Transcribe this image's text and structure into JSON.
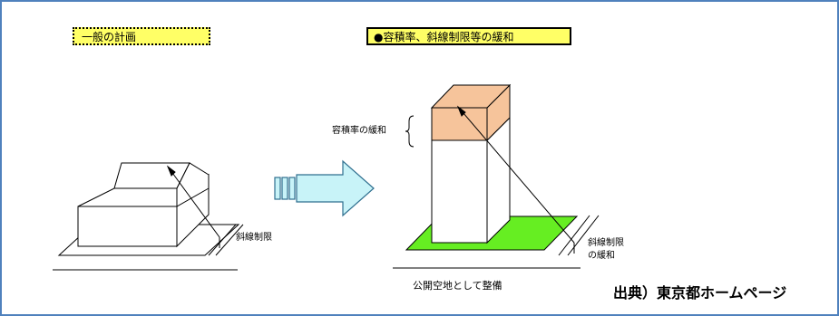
{
  "labels": {
    "general_plan": "一般の計画",
    "relaxation": "●容積率、斜線制限等の緩和",
    "far_relaxation": "容積率の緩和",
    "slant_limit_left": "斜線制限",
    "slant_limit_right_1": "斜線制限",
    "slant_limit_right_2": "の緩和",
    "open_space": "公開空地として整備",
    "source": "出典）東京都ホームページ"
  },
  "colors": {
    "label_fill": "#ffff66",
    "top_block": "#f6c49b",
    "open_space": "#66ee22",
    "arrow": "#c8f3f8",
    "arrow_stroke": "#2f6f8f",
    "frame": "#4f81bd"
  }
}
